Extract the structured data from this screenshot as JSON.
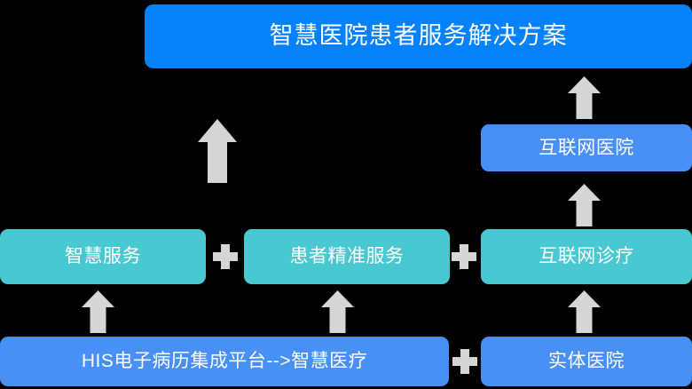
{
  "diagram": {
    "type": "block-flow",
    "title": "智慧医院患者服务解决方案",
    "background_color": "#000000",
    "colors": {
      "banner_blue": "#0582fa",
      "node_blue": "#4890f5",
      "node_teal": "#4ac8d1",
      "arrow_gray": "#d6d6d6",
      "plus_gray": "#d6d6d6",
      "text_white": "#ffffff"
    },
    "nodes": [
      {
        "id": "solution-banner",
        "label": "智慧医院患者服务解决方案",
        "color": "#0582fa",
        "tier": "top"
      },
      {
        "id": "internet-hospital",
        "label": "互联网医院",
        "color": "#4890f5",
        "tier": "second"
      },
      {
        "id": "smart-service",
        "label": "智慧服务",
        "color": "#4ac8d1",
        "tier": "third"
      },
      {
        "id": "patient-precision-service",
        "label": "患者精准服务",
        "color": "#4ac8d1",
        "tier": "third"
      },
      {
        "id": "internet-diagnosis",
        "label": "互联网诊疗",
        "color": "#4ac8d1",
        "tier": "third"
      },
      {
        "id": "his-emr-platform",
        "label": "HIS电子病历集成平台-->智慧医疗",
        "color": "#4890f5",
        "tier": "bottom"
      },
      {
        "id": "physical-hospital",
        "label": "实体医院",
        "color": "#4890f5",
        "tier": "bottom"
      }
    ],
    "operators": [
      {
        "id": "plus-smart-patient",
        "symbol": "+"
      },
      {
        "id": "plus-patient-internet",
        "symbol": "+"
      },
      {
        "id": "plus-his-physical",
        "symbol": "+"
      }
    ],
    "arrows": [
      {
        "id": "arrow-internet-hospital-to-banner",
        "direction": "up",
        "from": "internet-hospital",
        "to": "solution-banner"
      },
      {
        "id": "arrow-third-tier-to-banner",
        "direction": "up",
        "from": "patient-precision-service",
        "to": "solution-banner"
      },
      {
        "id": "arrow-internet-diagnosis-to-internet-hospital",
        "direction": "up",
        "from": "internet-diagnosis",
        "to": "internet-hospital"
      },
      {
        "id": "arrow-his-to-smart-service",
        "direction": "up",
        "from": "his-emr-platform",
        "to": "smart-service"
      },
      {
        "id": "arrow-his-to-patient-service",
        "direction": "up",
        "from": "his-emr-platform",
        "to": "patient-precision-service"
      },
      {
        "id": "arrow-physical-hospital-to-internet-diagnosis",
        "direction": "up",
        "from": "physical-hospital",
        "to": "internet-diagnosis"
      }
    ]
  }
}
